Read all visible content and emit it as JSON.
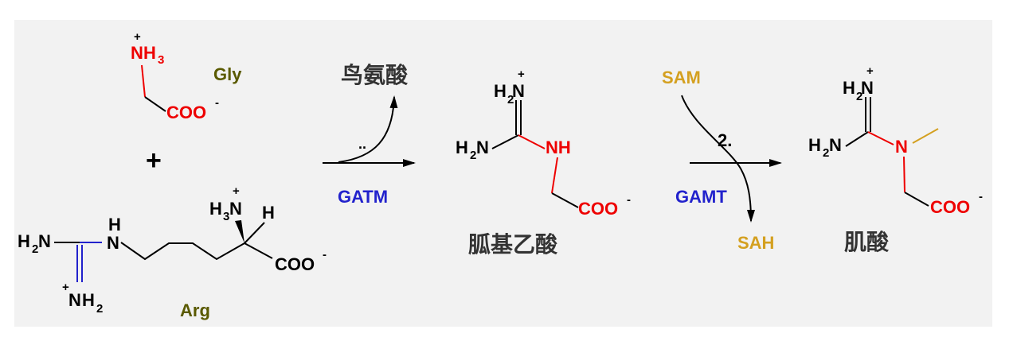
{
  "colors": {
    "background": "#f2f2f2",
    "black": "#000000",
    "red": "#ee0000",
    "blue": "#2222cc",
    "olive": "#5a5a00",
    "gold": "#d4a020",
    "dark": "#333333"
  },
  "glycine": {
    "label": "Gly",
    "amine": {
      "n": "N",
      "h": "H",
      "sub": "3",
      "charge": "+"
    },
    "carboxylate": {
      "text": "COO",
      "charge": "-"
    }
  },
  "plus": "+",
  "arginine": {
    "label": "Arg",
    "amino": {
      "h": "H",
      "n": "N",
      "h2": "2"
    },
    "nh": {
      "n": "N",
      "h": "H"
    },
    "iminium": {
      "charge": "+",
      "n": "N",
      "h": "H",
      "sub": "2"
    },
    "alpha_amine": {
      "h": "H",
      "sub": "3",
      "n": "N",
      "charge": "+"
    },
    "alpha_h": "H",
    "carboxylate": {
      "text": "COO",
      "charge": "-"
    }
  },
  "step1": {
    "enzyme": "GATM",
    "byproduct": "鸟氨酸",
    "marker": ".."
  },
  "guanidinoacetate": {
    "label": "胍基乙酸",
    "iminium": {
      "h": "H",
      "sub": "2",
      "n": "N",
      "charge": "+"
    },
    "amino": {
      "h": "H",
      "n": "N",
      "h2": "2"
    },
    "nh": "NH",
    "carboxylate": {
      "text": "COO",
      "charge": "-"
    }
  },
  "step2": {
    "number": "2.",
    "enzyme": "GAMT",
    "donor": "SAM",
    "product": "SAH"
  },
  "creatine": {
    "label": "肌酸",
    "iminium": {
      "h": "H",
      "sub": "2",
      "n": "N",
      "charge": "+"
    },
    "amino": {
      "h": "H",
      "n": "N",
      "h2": "2"
    },
    "n": "N",
    "carboxylate": {
      "text": "COO",
      "charge": "-"
    }
  }
}
